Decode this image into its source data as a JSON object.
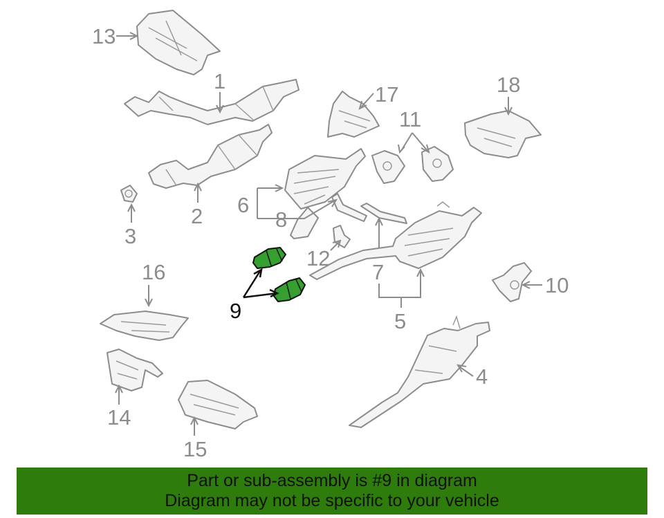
{
  "diagram": {
    "callouts": {
      "c1": "1",
      "c2": "2",
      "c3": "3",
      "c4": "4",
      "c5": "5",
      "c6": "6",
      "c7": "7",
      "c8": "8",
      "c9": "9",
      "c10": "10",
      "c11": "11",
      "c12": "12",
      "c13": "13",
      "c14": "14",
      "c15": "15",
      "c16": "16",
      "c17": "17",
      "c18": "18"
    },
    "highlighted_part": "9",
    "colors": {
      "linework": "#8c8c8c",
      "highlight_fill": "#35a02f",
      "banner_background": "#2e7d0c",
      "text_dark": "#111111"
    }
  },
  "banner": {
    "line1": "Part or sub-assembly is #9 in diagram",
    "line2": "Diagram may not be specific to your vehicle"
  }
}
